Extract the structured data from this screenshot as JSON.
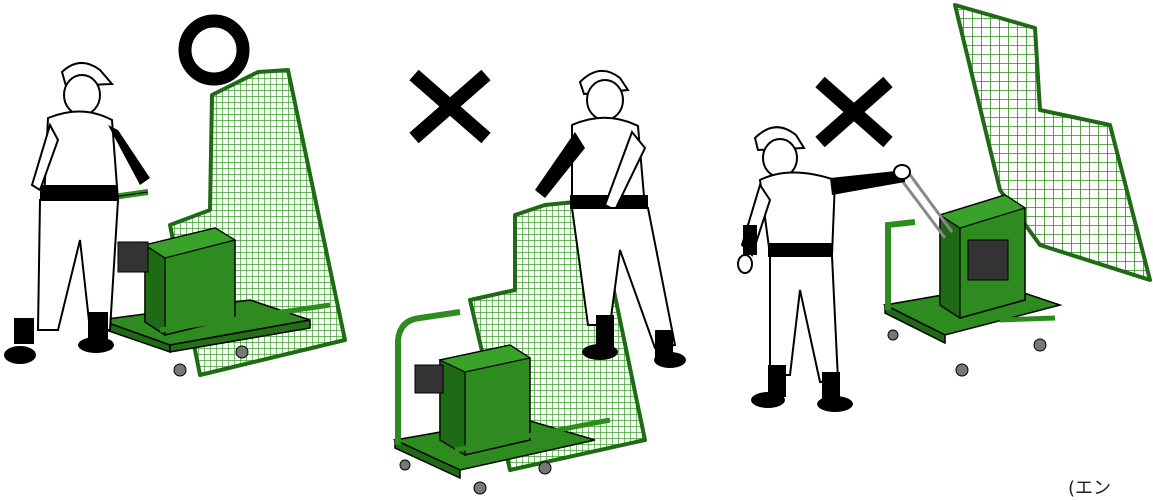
{
  "scenes": [
    {
      "mark": "ok-circle",
      "verdict": "correct"
    },
    {
      "mark": "cross",
      "verdict": "incorrect"
    },
    {
      "mark": "cross",
      "verdict": "incorrect"
    }
  ],
  "caption": "(エン",
  "colors": {
    "machine": "#2e8b1f",
    "machine_dark": "#1f6a14",
    "net": "#3aa12a",
    "outline": "#000000",
    "skin": "#ffffff",
    "mark": "#000000"
  },
  "icons": [
    "circle-mark-icon",
    "cross-mark-icon",
    "player-figure-icon",
    "pitching-machine-cart-icon",
    "net-panel-icon"
  ]
}
